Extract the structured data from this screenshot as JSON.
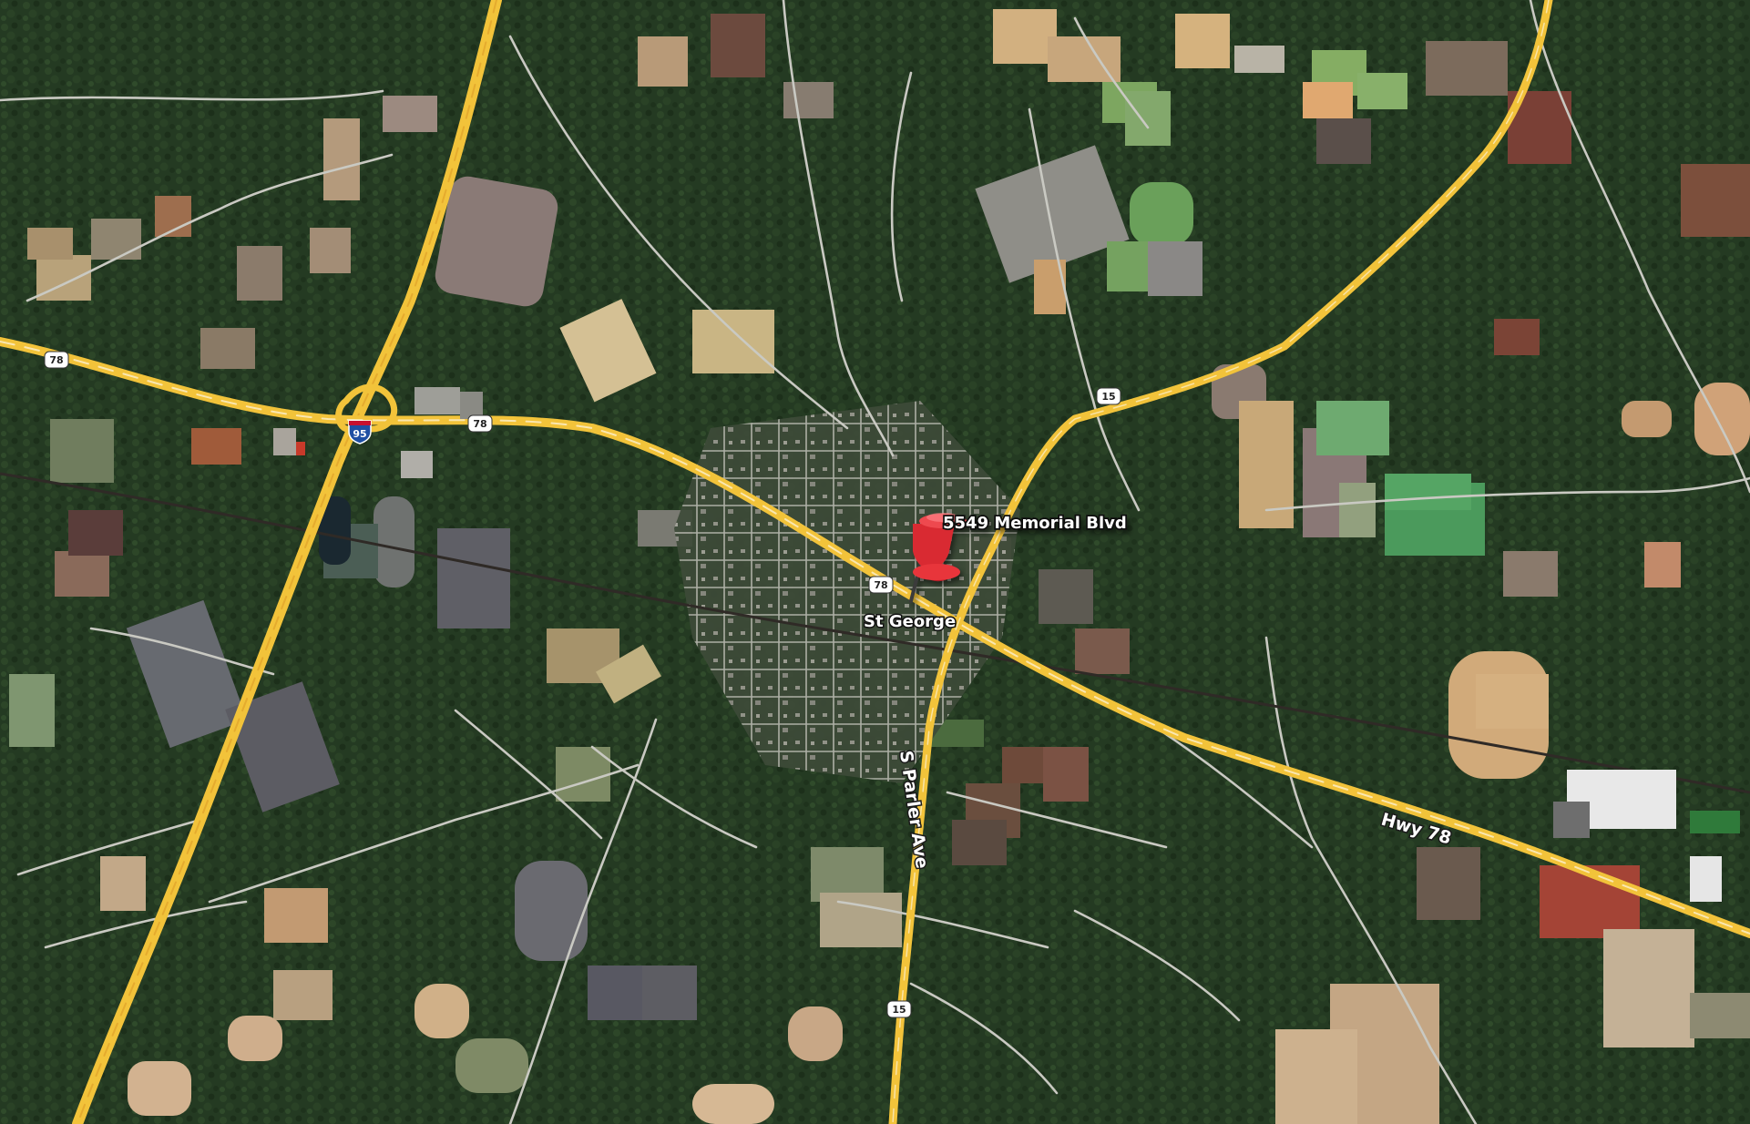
{
  "map": {
    "view": "satellite",
    "pin": {
      "label": "5549 Memorial Blvd",
      "icon": "red-pushpin-icon",
      "color": "#e8343b"
    },
    "labels": {
      "town": "St George",
      "hwy_78": "Hwy 78",
      "s_parler": "S Parler Ave"
    },
    "shields": {
      "us78_west": "78",
      "us78_east": "78",
      "us78_center": "78",
      "i95": "95",
      "us15_north": "15",
      "us15_south": "15"
    },
    "colors": {
      "highway": "#f2c33a",
      "interstate_shield": "#1f4fa3",
      "local_road": "#c9c9c2",
      "pin": "#e8343b"
    }
  }
}
